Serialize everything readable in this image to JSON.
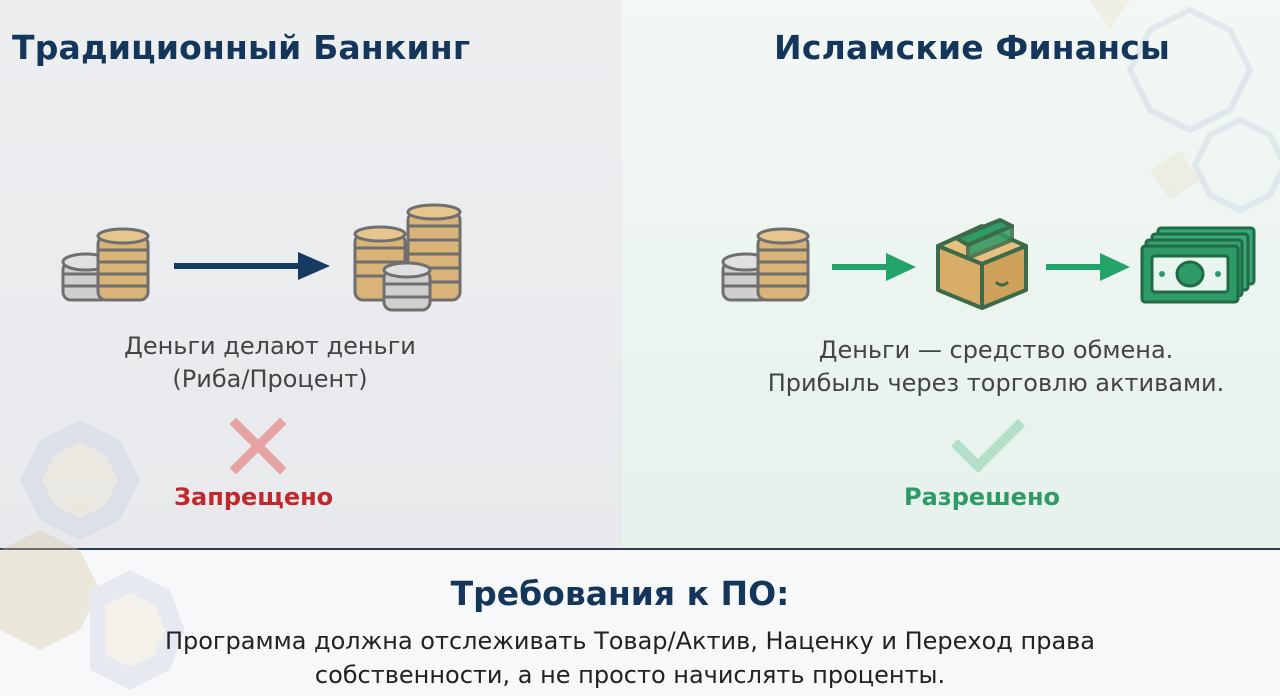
{
  "left": {
    "title": "Традиционный Банкинг",
    "description_line1": "Деньги делают деньги",
    "description_line2": "(Риба/Процент)",
    "status": "Запрещено",
    "status_color": "#c0282d",
    "icons": [
      "coin-stack-icon",
      "arrow-right-icon",
      "coin-stacks-icon",
      "cross-icon"
    ]
  },
  "right": {
    "title": "Исламские Финансы",
    "description_line1": "Деньги — средство обмена.",
    "description_line2": "Прибыль через торговлю активами.",
    "status": "Разрешено",
    "status_color": "#2e9a66",
    "icons": [
      "coin-stack-icon",
      "arrow-right-icon",
      "box-icon",
      "arrow-right-icon",
      "banknotes-icon",
      "checkmark-icon"
    ]
  },
  "requirements": {
    "title": "Требования к ПО:",
    "text_line1": "Программа должна отслеживать Товар/Актив, Наценку и Переход права",
    "text_line2": "собственности, а не просто начислять проценты."
  },
  "colors": {
    "navy": "#14365a",
    "green": "#22a36a",
    "gold": "#d8b274",
    "silver": "#c9c9c9"
  }
}
